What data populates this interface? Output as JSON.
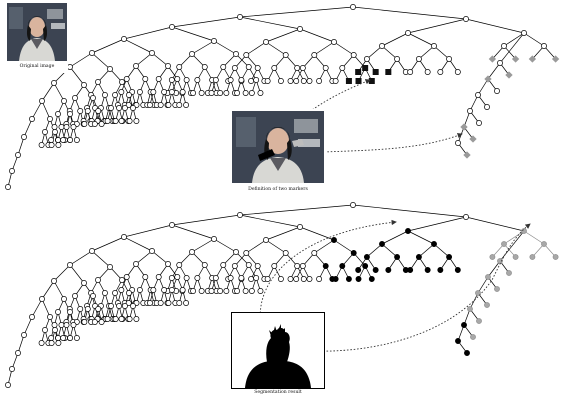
{
  "figure": {
    "captions": {
      "original": "Original image",
      "markers": "Definition of two markers",
      "result": "Segmentation result"
    },
    "colors": {
      "background": "#ffffff",
      "edge": "#000000",
      "node_fill": "#ffffff",
      "marker_black": "#111111",
      "marker_gray": "#9a9a9a",
      "segment_black": "#000000",
      "segment_gray": "#a8a8a8",
      "photo_bg": "#3c4452",
      "photo_clothing": "#d8d8d4",
      "photo_hair": "#141414",
      "photo_skin": "#d9b49e",
      "result_figure": "#000000",
      "result_bg": "#ffffff",
      "arrow": "#333333"
    },
    "trees": [
      {
        "name": "top-tree",
        "role": "markers-defined"
      },
      {
        "name": "bottom-tree",
        "role": "segmentation"
      }
    ],
    "icons": {
      "node": "circle-node-icon",
      "marker": "square-marker-icon",
      "gray_marker": "diamond-marker-icon",
      "arrow": "dotted-arrow-icon"
    }
  }
}
